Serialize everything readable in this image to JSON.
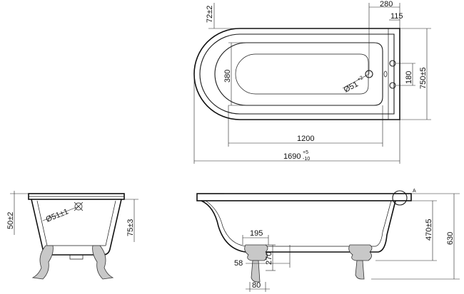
{
  "top_view": {
    "dim_total_length": "1690",
    "dim_total_length_tol_upper": "+5",
    "dim_total_length_tol_lower": "-10",
    "dim_inner_length": "1200",
    "dim_inner_width": "380",
    "dim_total_width": "750±5",
    "dim_rim_end": "72±2",
    "dim_tap_offset": "280",
    "dim_tap_edge": "115",
    "dim_tap_spacing": "180",
    "dim_waste": "Ø51",
    "dim_waste_tol": "+2"
  },
  "end_view": {
    "dim_rim": "50±2",
    "dim_overflow": "Ø51±1",
    "dim_drop": "75±3"
  },
  "side_view": {
    "detail_marker": "A",
    "dim_height_rim": "470±5",
    "dim_height_total": "630",
    "dim_feet_spacing": "195",
    "dim_feet_height": "270",
    "dim_foot_width": "58",
    "dim_foot_depth": "80"
  }
}
